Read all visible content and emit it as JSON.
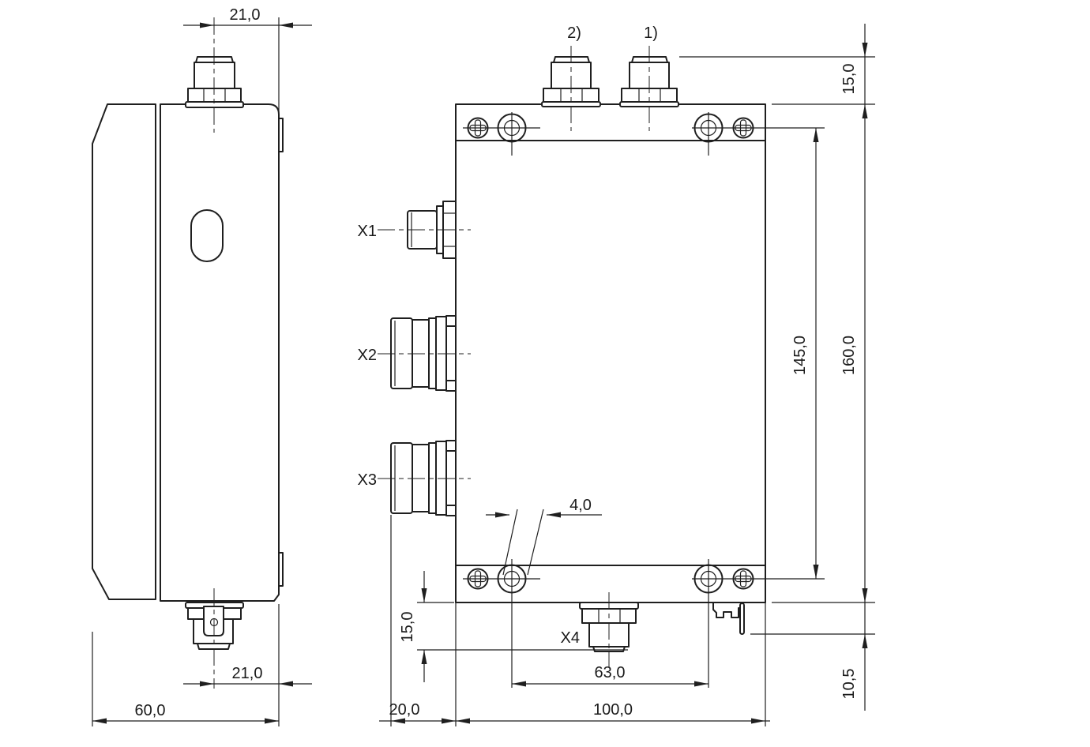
{
  "drawing": {
    "labels": {
      "x1": "X1",
      "x2": "X2",
      "x3": "X3",
      "x4": "X4",
      "note1": "1)",
      "note2": "2)"
    },
    "dims": {
      "side_top_connector_offset": "21,0",
      "side_bottom_connector_offset": "21,0",
      "side_depth": "60,0",
      "top_connector_protrusion": "15,0",
      "mount_hole_spacing_v": "145,0",
      "housing_height": "160,0",
      "slot_width": "4,0",
      "x4_protrusion": "15,0",
      "mount_hole_spacing_h": "63,0",
      "side_connector_protrusion": "20,0",
      "housing_width": "100,0",
      "clip_offset": "10,5"
    },
    "colors": {
      "line": "#1f1f1f",
      "background": "#ffffff"
    }
  }
}
